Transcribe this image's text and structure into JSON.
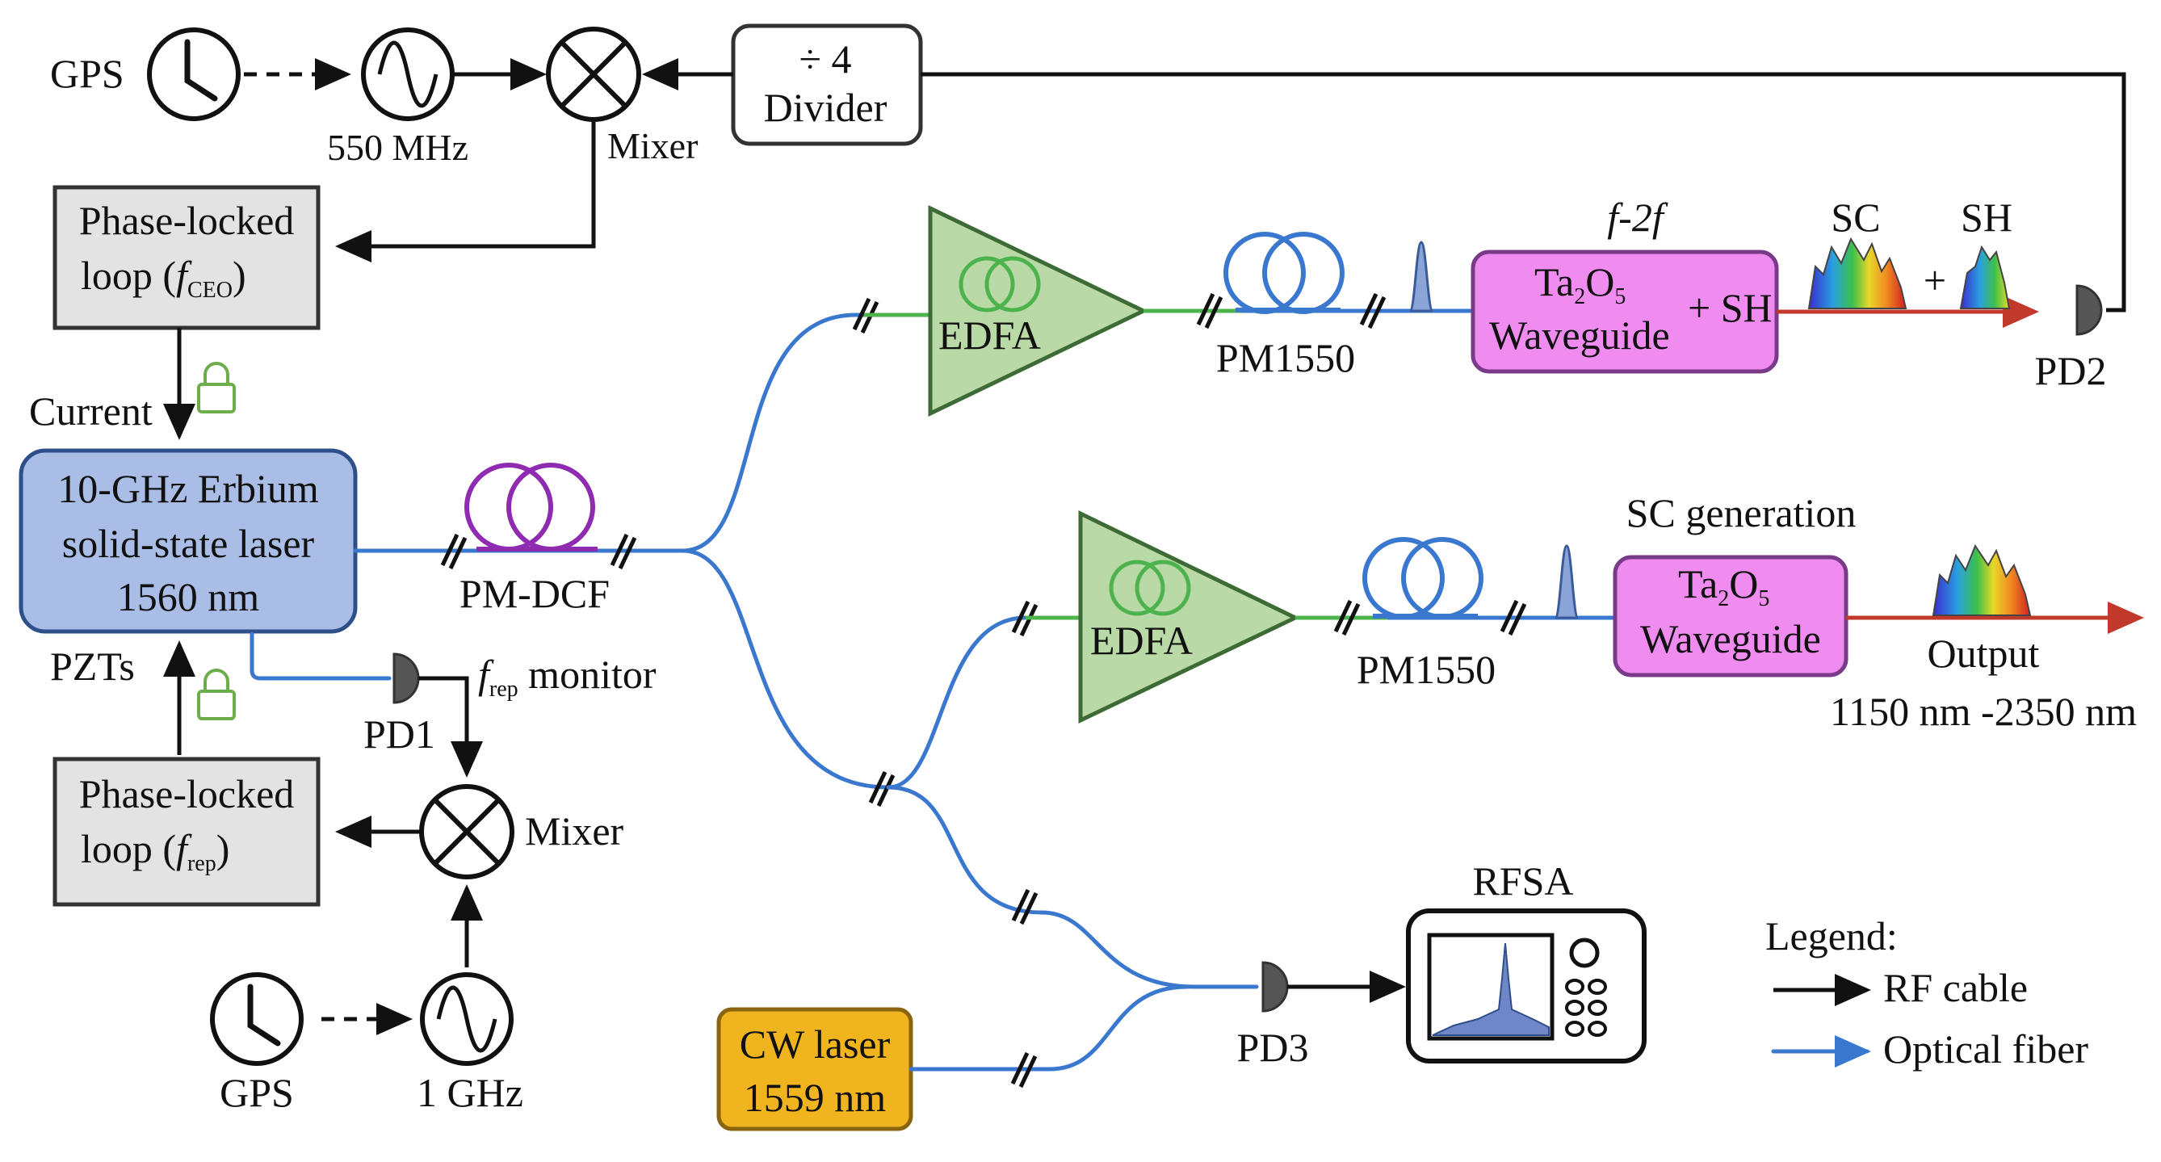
{
  "labels": {
    "gps_top": "GPS",
    "mhz550": "550 MHz",
    "mixer_top": "Mixer",
    "divider_line1": "÷ 4",
    "divider_line2": "Divider",
    "pll_ceo_line1": "Phase-locked",
    "pll_ceo_line2_a": "loop (",
    "pll_ceo_f": "f",
    "pll_ceo_sub": "CEO",
    "pll_ceo_close": ")",
    "current": "Current",
    "laser_line1": "10-GHz Erbium",
    "laser_line2": "solid-state laser",
    "laser_line3": "1560 nm",
    "pm_dcf": "PM-DCF",
    "pzts": "PZTs",
    "pd1": "PD1",
    "frep_f": "f",
    "frep_sub": "rep",
    "frep_monitor": " monitor",
    "pll_rep_line1": "Phase-locked",
    "pll_rep_line2_a": "loop (",
    "pll_rep_f": "f",
    "pll_rep_sub": "rep",
    "pll_rep_close": ")",
    "mixer_bottom": "Mixer",
    "gps_bottom": "GPS",
    "ghz1": "1 GHz",
    "edfa_top": "EDFA",
    "pm1550_top": "PM1550",
    "f2f": "f-2f",
    "wg_top_ta": "Ta",
    "wg_top_2": "2",
    "wg_top_o": "O",
    "wg_top_5": "5",
    "wg_top_line2": "Waveguide",
    "wg_top_sh": "+ SH",
    "sc_top": "SC",
    "plus": "+",
    "sh_top": "SH",
    "pd2": "PD2",
    "sc_generation": "SC generation",
    "edfa_mid": "EDFA",
    "pm1550_mid": "PM1550",
    "wg_mid_ta": "Ta",
    "wg_mid_2": "2",
    "wg_mid_o": "O",
    "wg_mid_5": "5",
    "wg_mid_line2": "Waveguide",
    "output": "Output",
    "output_range": "1150 nm -2350 nm",
    "rfsa": "RFSA",
    "pd3": "PD3",
    "cw_line1": "CW laser",
    "cw_line2": "1559 nm",
    "legend_title": "Legend:",
    "legend_rf": "RF cable",
    "legend_fiber": "Optical fiber"
  },
  "colors": {
    "rf_cable": "#111111",
    "optical_fiber": "#3a78d0",
    "amplified_fiber": "#4db34d",
    "spectrum_path": "#c0392b",
    "pll_box": "#e3e3e3",
    "laser_box": "#a9bde6",
    "edfa": "#b9d9a6",
    "waveguide": "#f08cf0",
    "cw_laser": "#f0b41e",
    "lock_icon": "#6cad4c"
  },
  "icons": [
    "clock-icon",
    "sine-oscillator-icon",
    "mixer-icon",
    "photodetector-icon",
    "lock-icon",
    "fiber-coil-icon",
    "spectrum-icon",
    "rfsa-instrument-icon"
  ]
}
